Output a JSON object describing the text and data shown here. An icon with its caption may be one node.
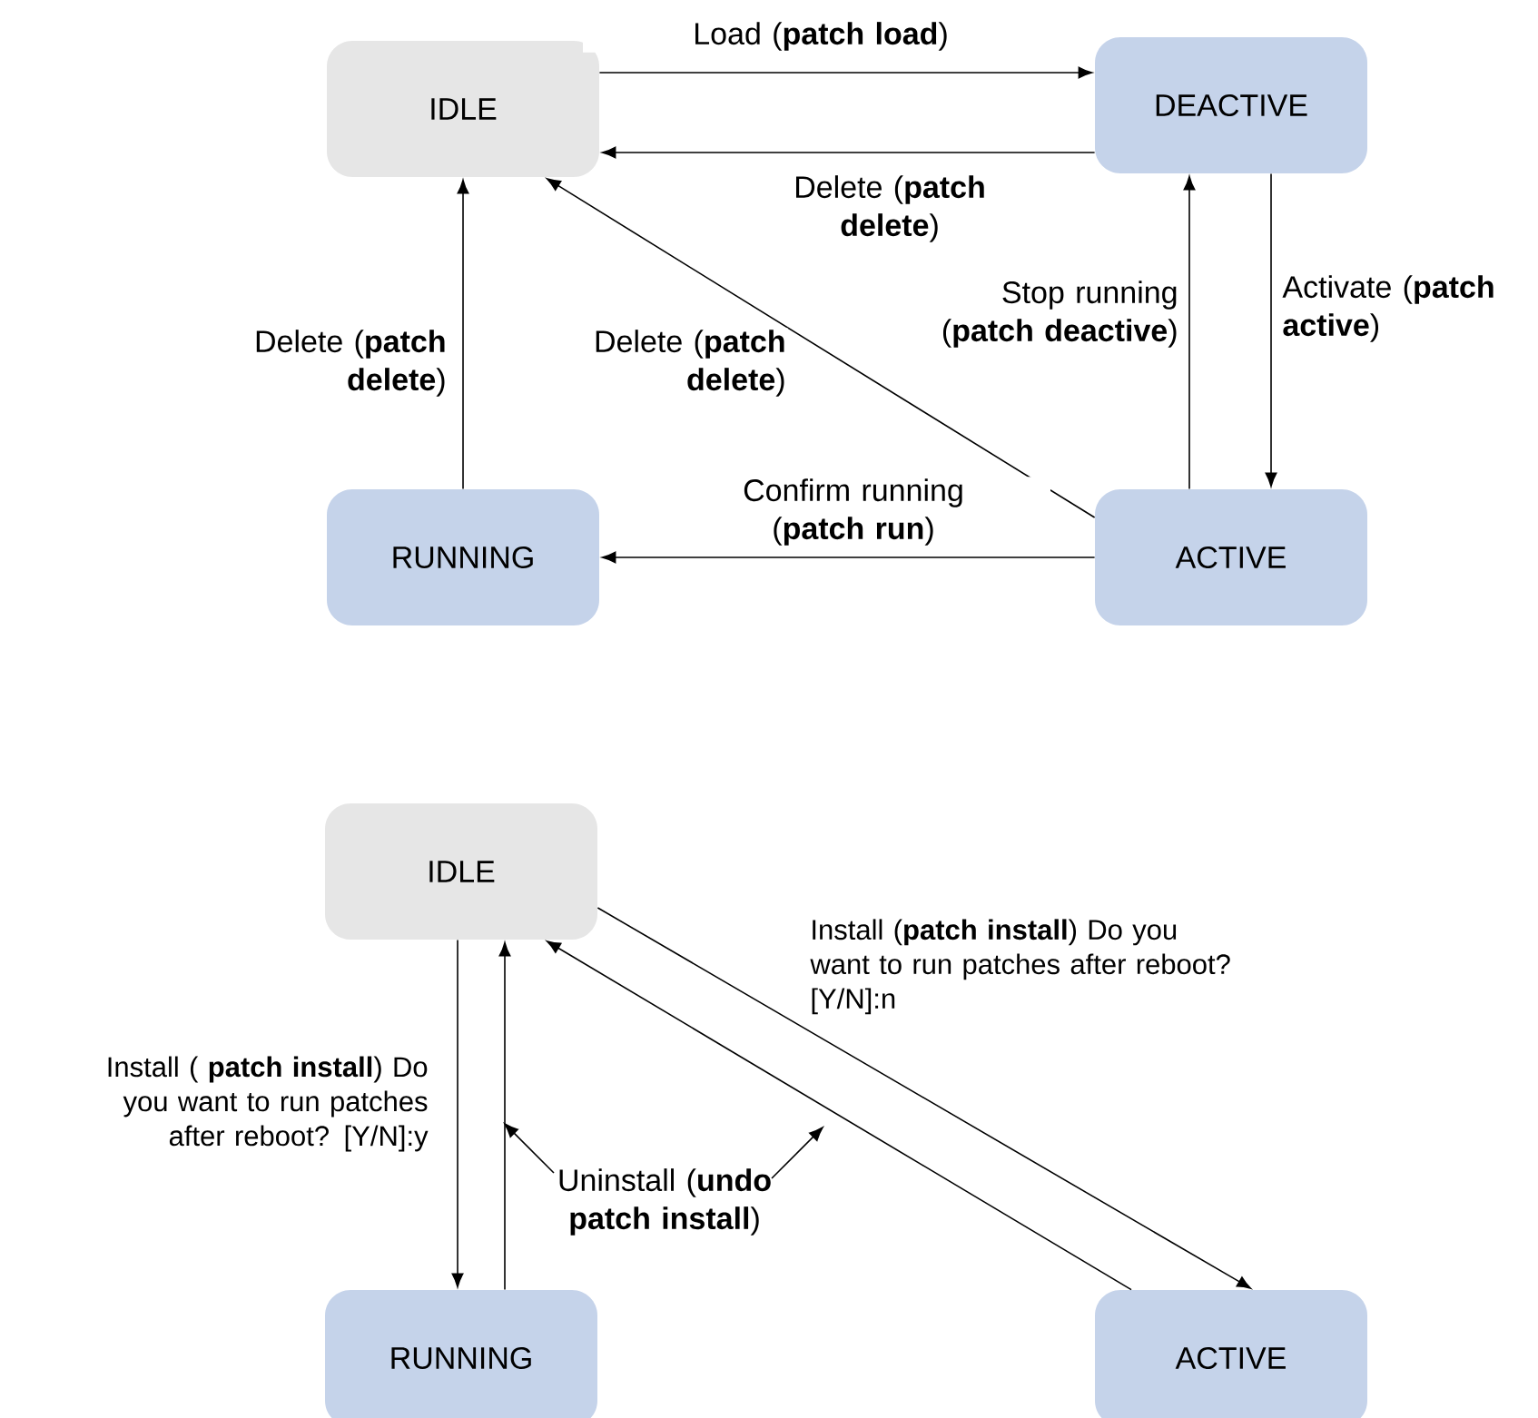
{
  "diagram": {
    "nodes": [
      {
        "text": [
          "IDLE"
        ]
      },
      {
        "text": [
          "DEACTIVE"
        ]
      },
      {
        "text": [
          "RUNNING"
        ]
      },
      {
        "text": [
          "ACTIVE"
        ]
      },
      {
        "text": [
          "IDLE"
        ]
      },
      {
        "text": [
          "RUNNING"
        ]
      },
      {
        "text": [
          "ACTIVE"
        ]
      }
    ],
    "edges": [
      {
        "from": 0,
        "to": 1,
        "arrow": "to",
        "label": "Load  (**patch load**)"
      },
      {
        "from": 1,
        "to": 0,
        "arrow": "to",
        "label": "Delete (**patch delete**)"
      },
      {
        "from": 2,
        "to": 0,
        "arrow": "to",
        "label": "Delete (**patch delete**)"
      },
      {
        "from": 3,
        "to": 0,
        "arrow": "to",
        "label": "Delete (**patch delete**)"
      },
      {
        "from": 3,
        "to": 1,
        "arrow": "to",
        "label": "Stop running (**patch deactive**)"
      },
      {
        "from": 1,
        "to": 3,
        "arrow": "to",
        "label": "Activate (**patch active**)"
      },
      {
        "from": 3,
        "to": 2,
        "arrow": "to",
        "label": "Confirm running (**patch run**)"
      },
      {
        "from": 4,
        "to": 5,
        "arrow": "to",
        "label": "Install ( **patch install**) Do you want to run patches after reboot? [Y/N]:y"
      },
      {
        "from": 5,
        "to": 4,
        "arrow": "to"
      },
      {
        "from": 4,
        "to": 6,
        "arrow": "to",
        "label": "Install (**patch install**) Do you want to run patches after reboot? [Y/N]:n"
      },
      {
        "from": 6,
        "to": 4,
        "arrow": "to"
      }
    ],
    "labels": [
      "Uninstall (**undo patch install**)"
    ]
  }
}
